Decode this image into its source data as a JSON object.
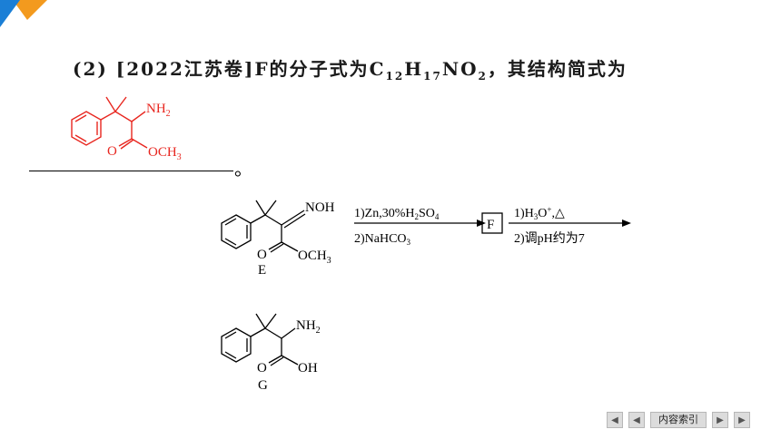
{
  "question": {
    "prefix": "(2) [2022江苏卷]F的分子式为C",
    "sub_c": "12",
    "h": "H",
    "sub_h": "17",
    "no": "NO",
    "sub_o": "2",
    "suffix": "，其结构简式为",
    "period": "。"
  },
  "answer_structure": {
    "amine_label": "NH",
    "amine_sub": "2",
    "carbonyl_o": "O",
    "ester_label": "OCH",
    "ester_sub": "3",
    "color": "#e8261f"
  },
  "reaction": {
    "compound_e_label": "E",
    "oxime_label": "NOH",
    "e_carbonyl_o": "O",
    "e_ester_label": "OCH",
    "e_ester_sub": "3",
    "step1_cond1_a": "1)Zn,30%H",
    "step1_cond1_sub1": "2",
    "step1_cond1_b": "SO",
    "step1_cond1_sub2": "4",
    "step1_cond2_a": "2)NaHCO",
    "step1_cond2_sub": "3",
    "intermediate": "F",
    "step2_cond1_a": "1)H",
    "step2_cond1_sub": "3",
    "step2_cond1_b": "O",
    "step2_cond1_sup": "+",
    "step2_cond1_c": ",△",
    "step2_cond2": "2)调pH约为7"
  },
  "product": {
    "compound_g_label": "G",
    "amine_label": "NH",
    "amine_sub": "2",
    "carbonyl_o": "O",
    "acid_label": "OH"
  },
  "navigation": {
    "first_icon": "first-page-icon",
    "prev_icon": "previous-page-icon",
    "index_label": "内容索引",
    "next_icon": "next-page-icon",
    "last_icon": "last-page-icon"
  },
  "colors": {
    "corner_blue": "#1b7fd6",
    "corner_orange": "#f39a1e"
  }
}
